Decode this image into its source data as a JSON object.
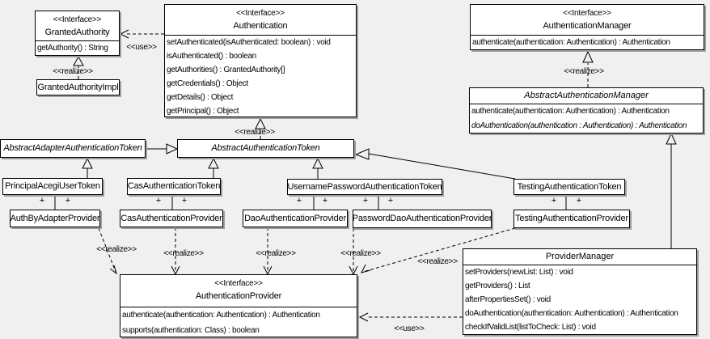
{
  "labels": {
    "use": "<<use>>",
    "realize": "<<realize>>",
    "plus": "+"
  },
  "colors": {
    "background": "#f0f0f0",
    "box_fill": "#ffffff",
    "border": "#000000",
    "shadow": "#9e9e9e"
  },
  "classes": {
    "granted_authority": {
      "stereotype": "<<Interface>>",
      "name": "GrantedAuthority",
      "methods": [
        "getAuthority() : String"
      ]
    },
    "granted_authority_impl": {
      "name": "GrantedAuthorityImpl"
    },
    "authentication": {
      "stereotype": "<<Interface>>",
      "name": "Authentication",
      "methods": [
        "setAuthenticated(isAuthenticated: boolean) : void",
        "isAuthenticated() : boolean",
        "getAuthorities() : GrantedAuthority[]",
        "getCredentials() : Object",
        "getDetails() : Object",
        "getPrincipal() : Object"
      ]
    },
    "authentication_manager": {
      "stereotype": "<<Interface>>",
      "name": "AuthenticationManager",
      "methods": [
        "authenticate(authentication: Authentication) : Authentication"
      ]
    },
    "abstract_authentication_manager": {
      "name": "AbstractAuthenticationManager",
      "methods": [
        "authenticate(authentication: Authentication) : Authentication",
        "doAuthentication(authentication : Authentication) : Authentication"
      ]
    },
    "abstract_adapter_authentication_token": {
      "name": "AbstractAdapterAuthenticationToken"
    },
    "abstract_authentication_token": {
      "name": "AbstractAuthenticationToken"
    },
    "principal_acegi_user_token": {
      "name": "PrincipalAcegiUserToken"
    },
    "cas_authentication_token": {
      "name": "CasAuthenticationToken"
    },
    "username_password_authentication_token": {
      "name": "UsernamePasswordAuthenticationToken"
    },
    "testing_authentication_token": {
      "name": "TestingAuthenticationToken"
    },
    "auth_by_adapter_provider": {
      "name": "AuthByAdapterProvider"
    },
    "cas_authentication_provider": {
      "name": "CasAuthenticationProvider"
    },
    "dao_authentication_provider": {
      "name": "DaoAuthenticationProvider"
    },
    "password_dao_authentication_provider": {
      "name": "PasswordDaoAuthenticationProvider"
    },
    "testing_authentication_provider": {
      "name": "TestingAuthenticationProvider"
    },
    "authentication_provider": {
      "stereotype": "<<Interface>>",
      "name": "AuthenticationProvider",
      "methods": [
        "authenticate(authentication: Authentication) : Authentication",
        "supports(authentication: Class) : boolean"
      ]
    },
    "provider_manager": {
      "name": "ProviderManager",
      "methods": [
        "setProviders(newList: List) : void",
        "getProviders() : List",
        "afterPropertiesSet() : void",
        "doAuthentication(authentication: Authentication) : Authentication",
        "checkIfValidList(listToCheck: List) : void"
      ]
    }
  }
}
